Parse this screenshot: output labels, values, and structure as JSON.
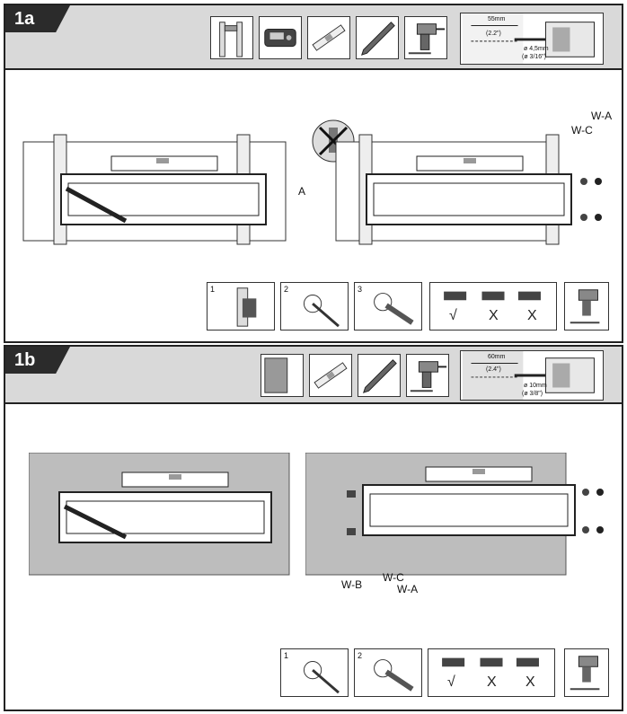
{
  "section_1a": {
    "tab_label": "1a",
    "tools": [
      "stud-finder-icon",
      "wall-scanner-icon",
      "level-icon",
      "pencil-icon",
      "drill-icon"
    ],
    "drill_spec": {
      "depth": "55mm",
      "depth_in": "(2.2\")",
      "diameter": "ø 4,5mm",
      "diameter_in": "(ø 3/16\")"
    },
    "labels": {
      "bracket": "A",
      "washer": "W-C",
      "lag_bolt": "W-A"
    },
    "steps": [
      "1",
      "2",
      "3"
    ],
    "check_marks": [
      "√",
      "X",
      "X"
    ]
  },
  "section_1b": {
    "tab_label": "1b",
    "tools": [
      "concrete-wall-icon",
      "level-icon",
      "pencil-icon",
      "drill-icon"
    ],
    "drill_spec": {
      "depth": "60mm",
      "depth_in": "(2.4\")",
      "diameter": "ø 10mm",
      "diameter_in": "(ø 3/8\")"
    },
    "labels": {
      "anchor": "W-B",
      "washer": "W-C",
      "lag_bolt": "W-A"
    },
    "steps": [
      "1",
      "2"
    ],
    "check_marks": [
      "√",
      "X",
      "X"
    ]
  }
}
